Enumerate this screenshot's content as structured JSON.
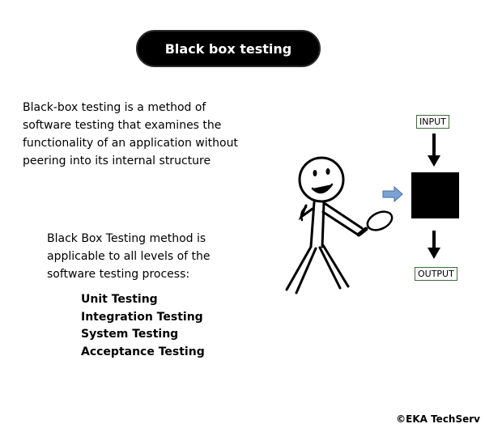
{
  "title": "Black box testing",
  "intro_text": "Black-box testing is a method of software testing that examines the functionality of an application without peering into its internal structure",
  "applicable_text": "Black Box Testing method is applicable to all levels of the software testing process:",
  "levels": [
    "Unit Testing",
    "Integration Testing",
    "System Testing",
    "Acceptance Testing"
  ],
  "diagram": {
    "input_label": "INPUT",
    "output_label": "OUTPUT",
    "box_color": "#000000",
    "pointer_arrow_color": "#7ba3d6",
    "icons": [
      "stick-figure-icon",
      "magnifying-glass-icon",
      "black-box-icon"
    ]
  },
  "copyright": "©EKA TechServ"
}
